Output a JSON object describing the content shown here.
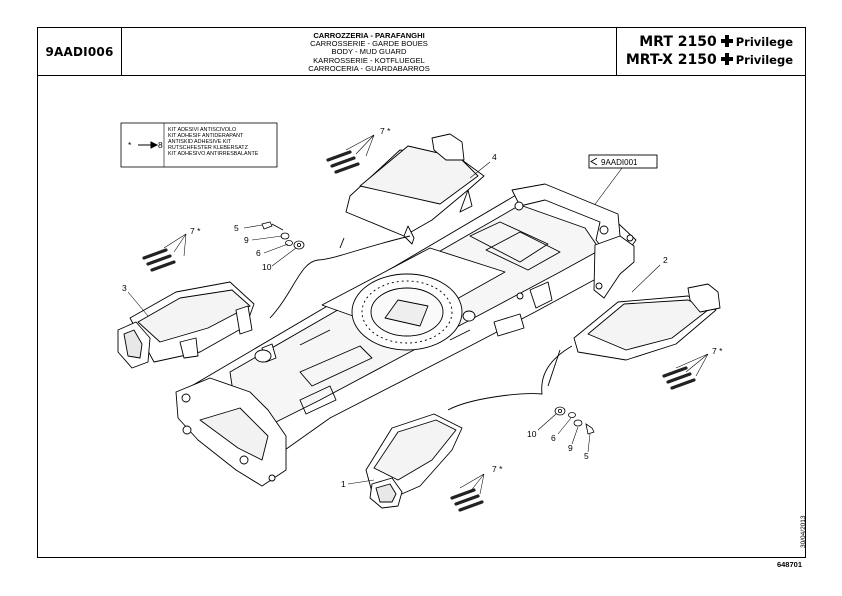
{
  "header": {
    "code": "9AADI006",
    "titles": [
      "CARROZZERIA - PARAFANGHI",
      "CARROSSERIE - GARDE BOUES",
      "BODY - MUD GUARD",
      "KARROSSERIE - KOTFLUEGEL",
      "CARROCERIA - GUARDABARROS"
    ],
    "models": [
      {
        "name": "MRT 2150",
        "suffix": "Privilege"
      },
      {
        "name": "MRT-X 2150",
        "suffix": "Privilege"
      }
    ]
  },
  "kit_box": {
    "lines": [
      "KIT ADESIVI ANTISCIVOLO",
      "KIT ADHESIF ANTIDERAPANT",
      "ANTISKID ADHESIVE KIT",
      "RUTSCHFESTER KLEBERSATZ",
      "KIT ADHESIVO ANTIRRESBALANTE"
    ],
    "star": "*",
    "ref": "8"
  },
  "cross_ref": "9AADI001",
  "callouts": {
    "kit_top": "7 *",
    "kit_left": "7 *",
    "kit_right": "7 *",
    "kit_bottom": "7 *",
    "part_1": "1",
    "part_2": "2",
    "part_3": "3",
    "part_4": "4",
    "top_5": "5",
    "top_9": "9",
    "top_6": "6",
    "top_10": "10",
    "bot_10": "10",
    "bot_6": "6",
    "bot_9": "9",
    "bot_5": "5"
  },
  "footer": {
    "date": "30/04/2013",
    "figure_number": "648701"
  }
}
